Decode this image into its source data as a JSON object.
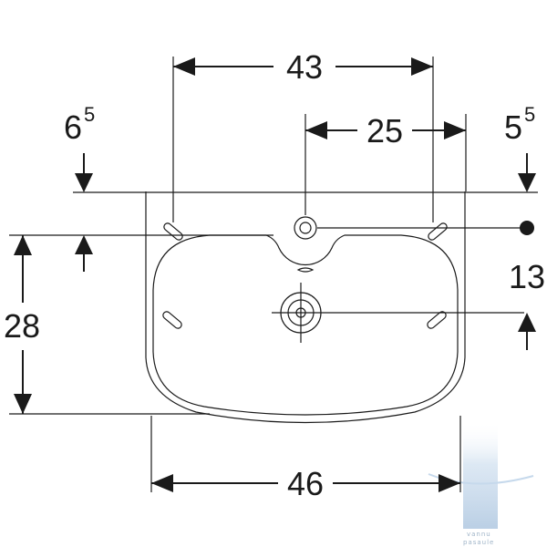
{
  "dimensions": {
    "width_top": "43",
    "tap_offset": "25",
    "left_offset_main": "6",
    "left_offset_sup": "5",
    "right_offset_main": "5",
    "right_offset_sup": "5",
    "depth": "28",
    "overflow_height": "13",
    "width_bottom": "46"
  },
  "watermark": {
    "line1": "vannu",
    "line2": "pasaule"
  },
  "colors": {
    "line": "#1a1a1a",
    "watermark": "#b8cfe6"
  }
}
